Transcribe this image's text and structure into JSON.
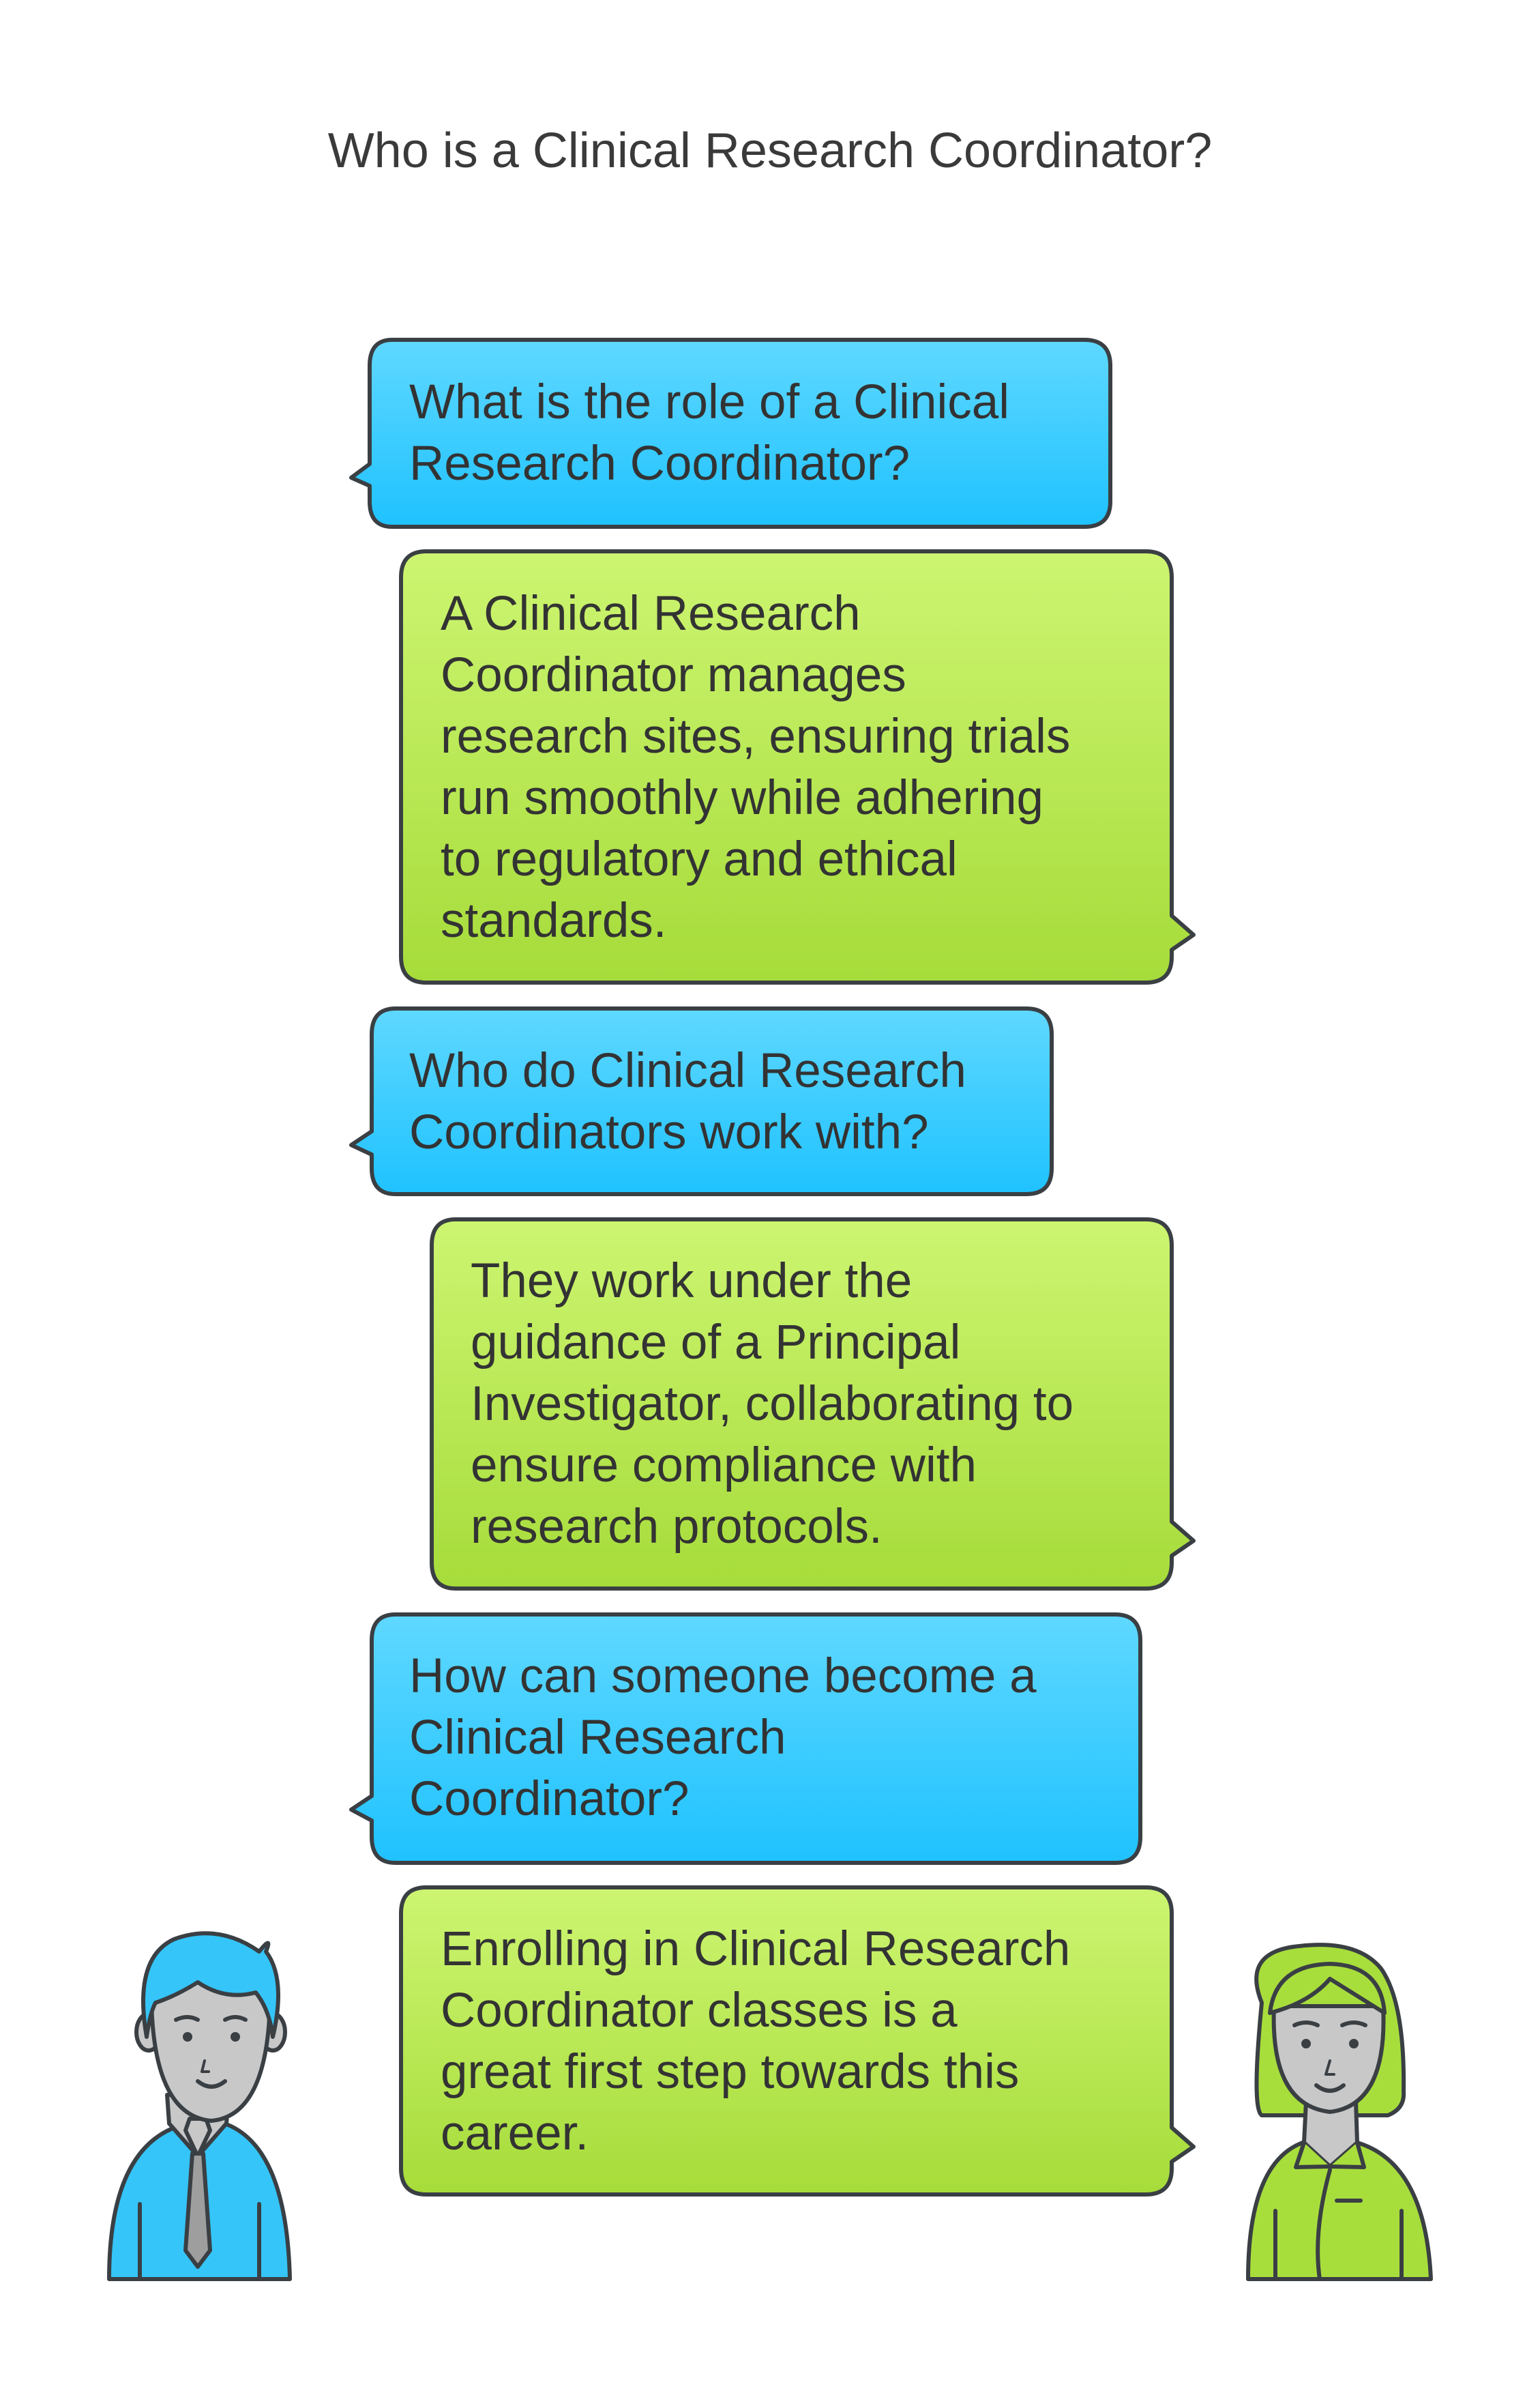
{
  "title": "Who is a Clinical Research Coordinator?",
  "colors": {
    "question_top": "#5fd8ff",
    "question_bottom": "#1fc2ff",
    "answer_top": "#cdf571",
    "answer_bottom": "#a6dc3a",
    "outline": "#3a3f44",
    "title_text": "#3a3a3a"
  },
  "messages": [
    {
      "role": "question",
      "speaker": "man",
      "text": "What is the role of a Clinical\nResearch Coordinator?"
    },
    {
      "role": "answer",
      "speaker": "woman",
      "text": "A Clinical Research\nCoordinator manages\nresearch sites, ensuring trials\nrun smoothly while adhering\nto regulatory and ethical\nstandards."
    },
    {
      "role": "question",
      "speaker": "man",
      "text": "Who do Clinical Research\nCoordinators work with?"
    },
    {
      "role": "answer",
      "speaker": "woman",
      "text": "They work under the\nguidance of a Principal\nInvestigator, collaborating to\nensure compliance with\nresearch protocols."
    },
    {
      "role": "question",
      "speaker": "man",
      "text": "How can someone become a\nClinical Research\nCoordinator?"
    },
    {
      "role": "answer",
      "speaker": "woman",
      "text": "Enrolling in Clinical Research\nCoordinator classes is a\ngreat first step towards this\ncareer."
    }
  ],
  "figures": [
    {
      "name": "man",
      "icon": "man-with-tie-icon"
    },
    {
      "name": "woman",
      "icon": "woman-icon"
    }
  ]
}
